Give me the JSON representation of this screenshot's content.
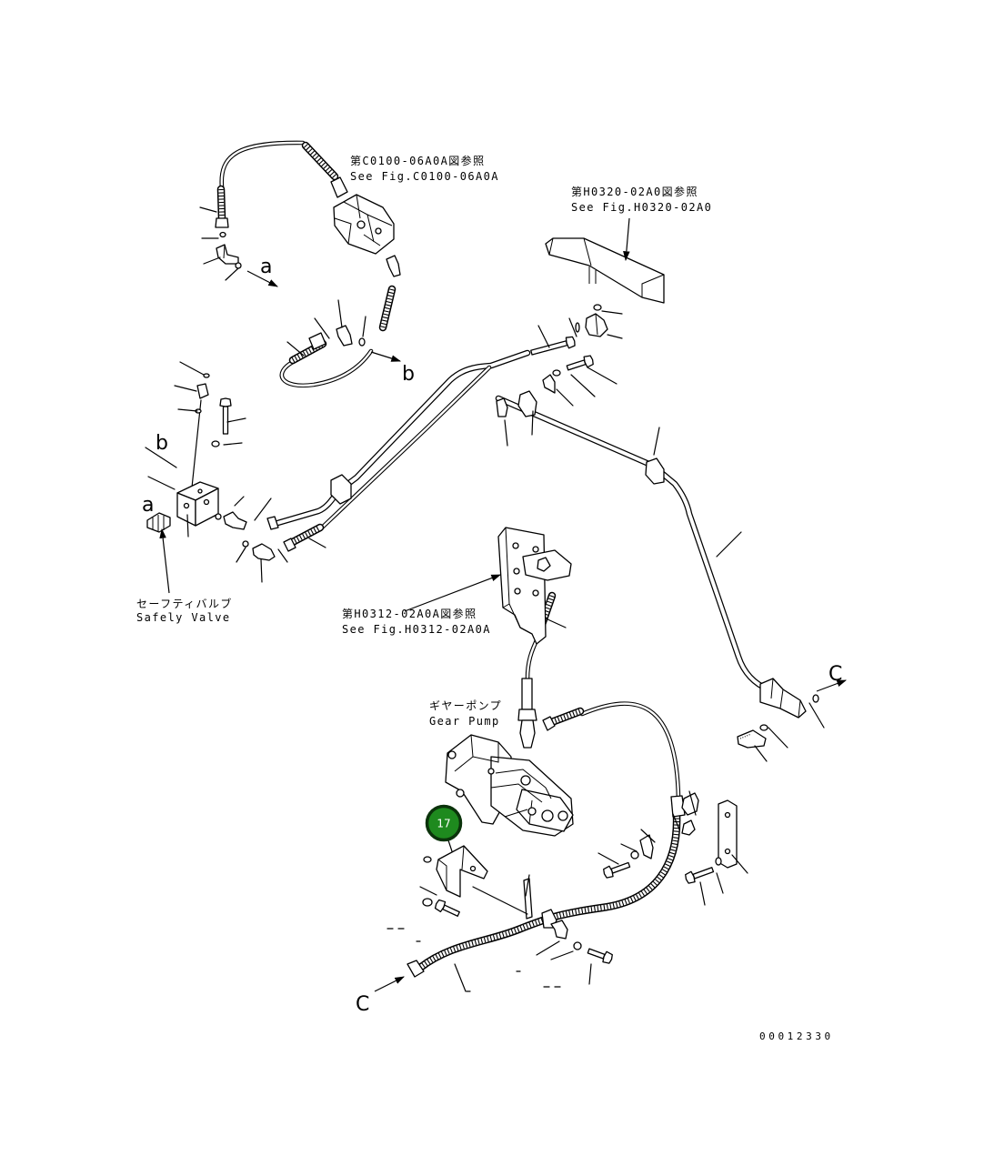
{
  "labels": {
    "ref_c0100_ja": "第C0100-06A0A図参照",
    "ref_c0100_en": "See Fig.C0100-06A0A",
    "ref_h0320_ja": "第H0320-02A0図参照",
    "ref_h0320_en": "See Fig.H0320-02A0",
    "ref_h0312_ja": "第H0312-02A0A図参照",
    "ref_h0312_en": "See Fig.H0312-02A0A",
    "safety_valve_ja": "セーフティバルブ",
    "safety_valve_en": "Safely Valve",
    "gear_pump_ja": "ギヤーポンプ",
    "gear_pump_en": "Gear Pump",
    "flow_a": "a",
    "flow_b": "b",
    "flow_c": "C",
    "drawing_number": "00012330"
  },
  "callout": {
    "number": "17",
    "fill_color": "#1e8a1e",
    "border_color": "#0b330b"
  }
}
